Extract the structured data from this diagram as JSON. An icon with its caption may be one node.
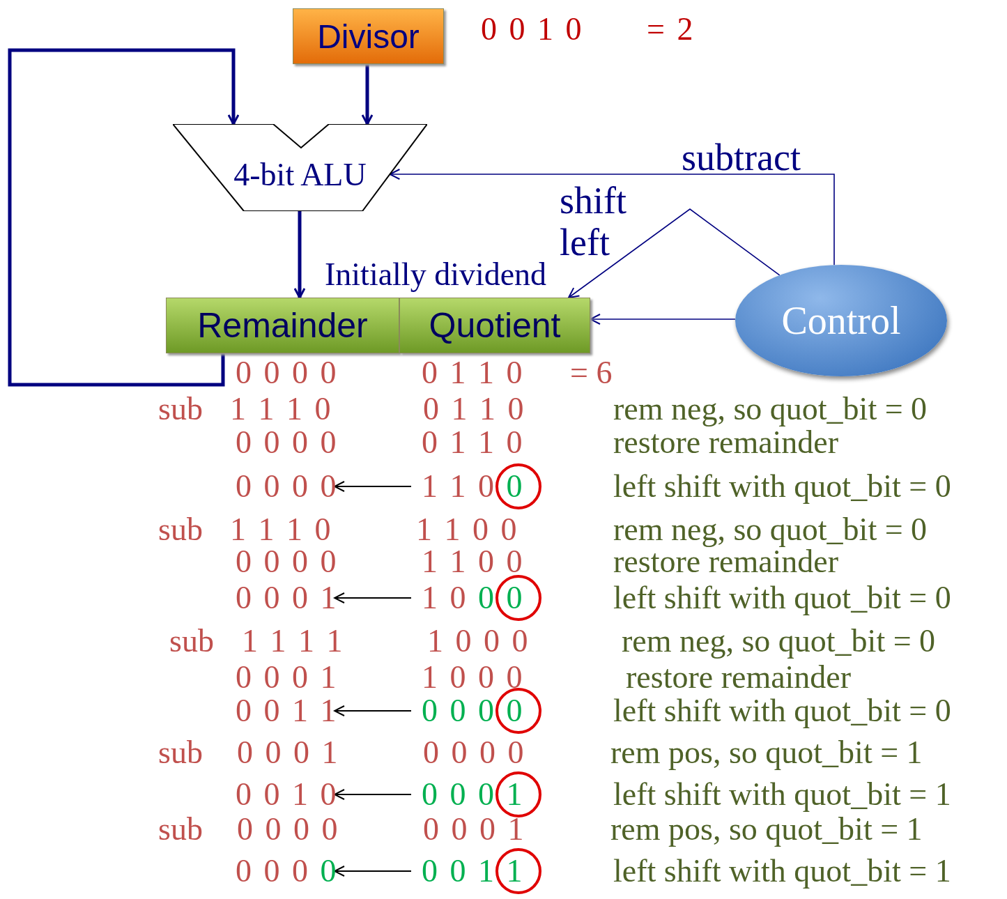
{
  "diagram": {
    "nodes": [
      {
        "text": [
          "Divisor"
        ]
      },
      {
        "text": [
          "4-bit ALU"
        ]
      },
      {
        "text": [
          "Remainder"
        ]
      },
      {
        "text": [
          "Quotient"
        ],
        "beside": [
          "Initially dividend"
        ]
      },
      {
        "text": [
          "Control"
        ]
      }
    ],
    "edges": [
      {
        "from": 0,
        "to": 1,
        "arrow": "to",
        "style": "thick"
      },
      {
        "from": 1,
        "to": 2,
        "arrow": "to",
        "style": "thick"
      },
      {
        "from": 2,
        "to": 1,
        "arrow": "to",
        "style": "thick"
      },
      {
        "from": 4,
        "to": 1,
        "arrow": "to",
        "label": "subtract"
      },
      {
        "from": 4,
        "to": 3,
        "arrow": "to",
        "label": "shift left"
      },
      {
        "from": 4,
        "to": 3,
        "arrow": "to"
      }
    ],
    "labels": [
      "0 0 1 0",
      "= 2",
      "0 0 0 0",
      "0 1 1 0",
      "= 6",
      "sub",
      "1 1 1 0",
      "0 1 1 0",
      "rem neg, so quot_bit = 0",
      "0 0 0 0",
      "0 1 1 0",
      "restore remainder",
      "0 0 0 0",
      "1 1 0 0",
      "left shift with quot_bit = 0",
      "sub",
      "1 1 1 0",
      "1 1 0 0",
      "rem neg, so quot_bit = 0",
      "0 0 0 0",
      "1 1 0 0",
      "restore remainder",
      "0 0 0 1",
      "1 0 0 0",
      "left shift with quot_bit = 0",
      "sub",
      "1 1 1 1",
      "1 0 0 0",
      "rem neg, so quot_bit = 0",
      "0 0 0 1",
      "1 0 0 0",
      "restore remainder",
      "0 0 1 1",
      "0 0 0 0",
      "left shift with quot_bit = 0",
      "sub",
      "0 0 0 1",
      "0 0 0 0",
      "rem pos, so quot_bit = 1",
      "0 0 1 0",
      "0 0 0 1",
      "left shift with quot_bit = 1",
      "sub",
      "0 0 0 0",
      "0 0 0 1",
      "rem pos, so quot_bit = 1",
      "0 0 0 0",
      "0 0 1 1",
      "left shift with quot_bit = 1"
    ]
  }
}
